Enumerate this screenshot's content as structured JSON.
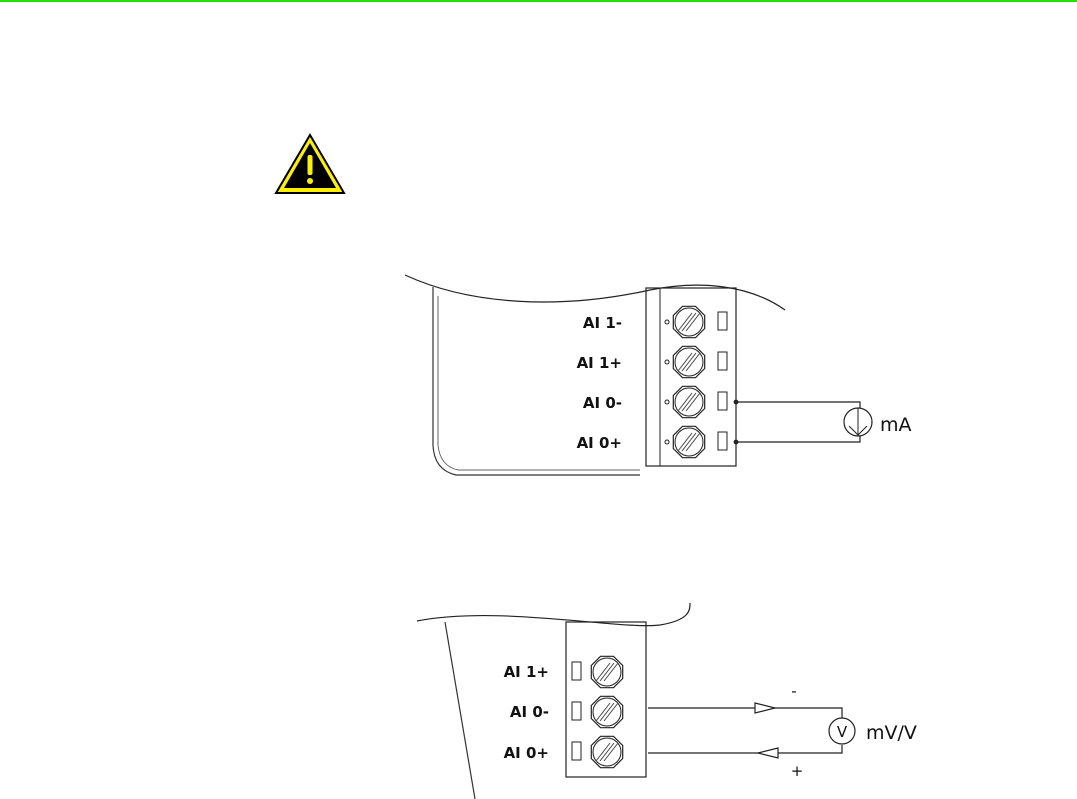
{
  "header": {
    "rule_color": "#22e000"
  },
  "warning": {
    "icon": "warning-triangle-icon",
    "fill": "#ffef00",
    "stroke": "#000000"
  },
  "diagram_current": {
    "terminals": [
      "AI 1-",
      "AI 1+",
      "AI 0-",
      "AI 0+"
    ],
    "meter_label": "mA"
  },
  "diagram_voltage": {
    "terminals": [
      "AI 1+",
      "AI 0-",
      "AI 0+"
    ],
    "meter_symbol": "V",
    "meter_label": "mV/V",
    "minus_sign": "-",
    "plus_sign": "+"
  }
}
